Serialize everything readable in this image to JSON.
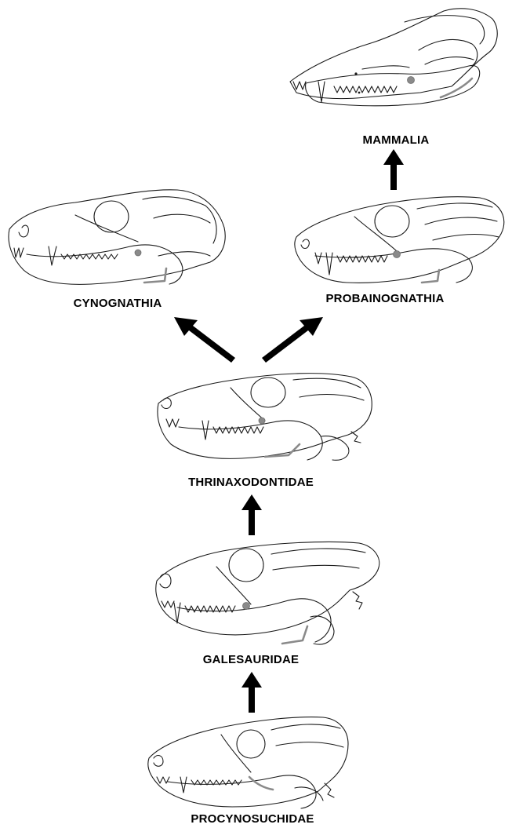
{
  "taxa": {
    "mammalia": "MAMMALIA",
    "cynognathia": "CYNOGNATHIA",
    "probainognathia": "PROBAINOGNATHIA",
    "thrinaxodontidae": "THRINAXODONTIDAE",
    "galesauridae": "GALESAURIDAE",
    "procynosuchidae": "PROCYNOSUCHIDAE"
  },
  "colors": {
    "line": "#1a1a1a",
    "highlight": "#8a8a8a",
    "arrow": "#000000"
  },
  "icons": [
    "skull-drawing",
    "arrow-up",
    "arrow-up-left",
    "arrow-up-right"
  ]
}
